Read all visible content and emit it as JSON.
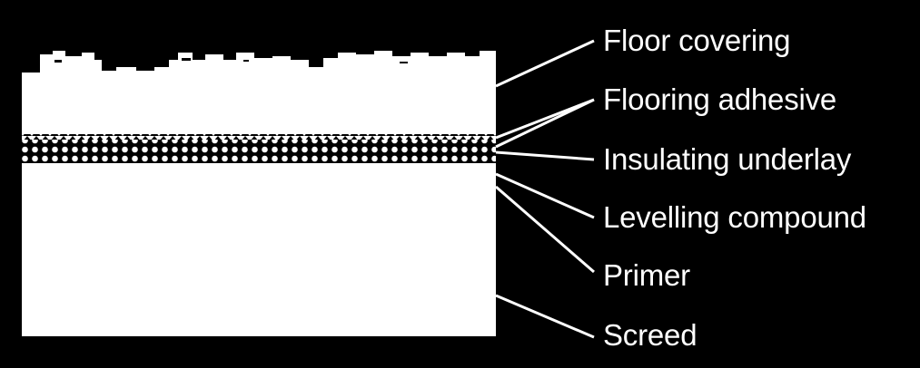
{
  "diagram": {
    "labels": [
      "Floor covering",
      "Flooring adhesive",
      "Insulating underlay",
      "Levelling compound",
      "Primer",
      "Screed"
    ]
  },
  "colors": {
    "background": "#000000",
    "foreground": "#ffffff"
  }
}
